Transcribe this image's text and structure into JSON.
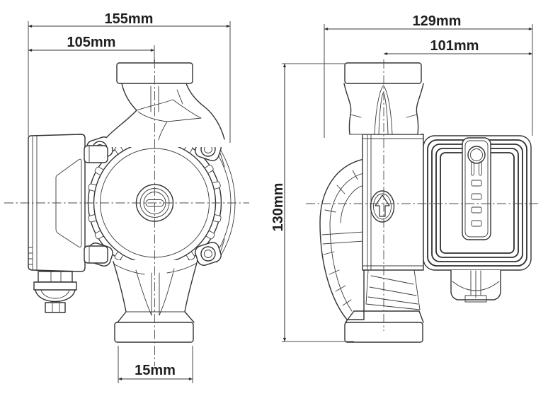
{
  "drawing": {
    "labels": {
      "front_overall_width": "155mm",
      "front_port_center_offset": "105mm",
      "front_port_detail": "15mm",
      "side_overall_depth": "129mm",
      "side_center_to_rear": "101mm",
      "side_port_to_port_height": "130mm"
    },
    "colors": {
      "background": "#ffffff",
      "line": "#333333",
      "dimension_line": "#3a3a3a",
      "centerline": "#4a4a4a",
      "text": "#1f1f1f",
      "thread_dark": "#3e3e3e",
      "thread_light": "#d9d9d9"
    }
  }
}
